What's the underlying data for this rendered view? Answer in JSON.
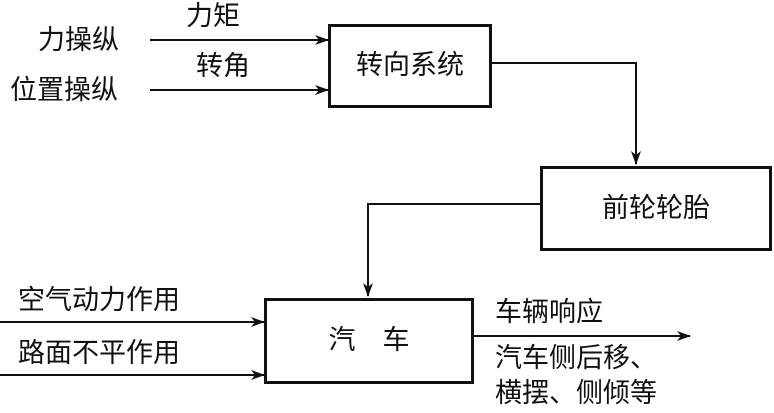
{
  "inputs": {
    "force_control": "力操纵",
    "position_control": "位置操纵",
    "torque": "力矩",
    "steering_angle": "转角",
    "aero_effect": "空气动力作用",
    "road_effect": "路面不平作用"
  },
  "blocks": {
    "steering_system": "转向系统",
    "front_tires": "前轮轮胎",
    "vehicle": "汽　车"
  },
  "outputs": {
    "vehicle_response": "车辆响应",
    "response_line1": "汽车侧后移、",
    "response_line2": "横摆、侧倾等"
  },
  "colors": {
    "line": "#111111",
    "text": "#111111"
  }
}
